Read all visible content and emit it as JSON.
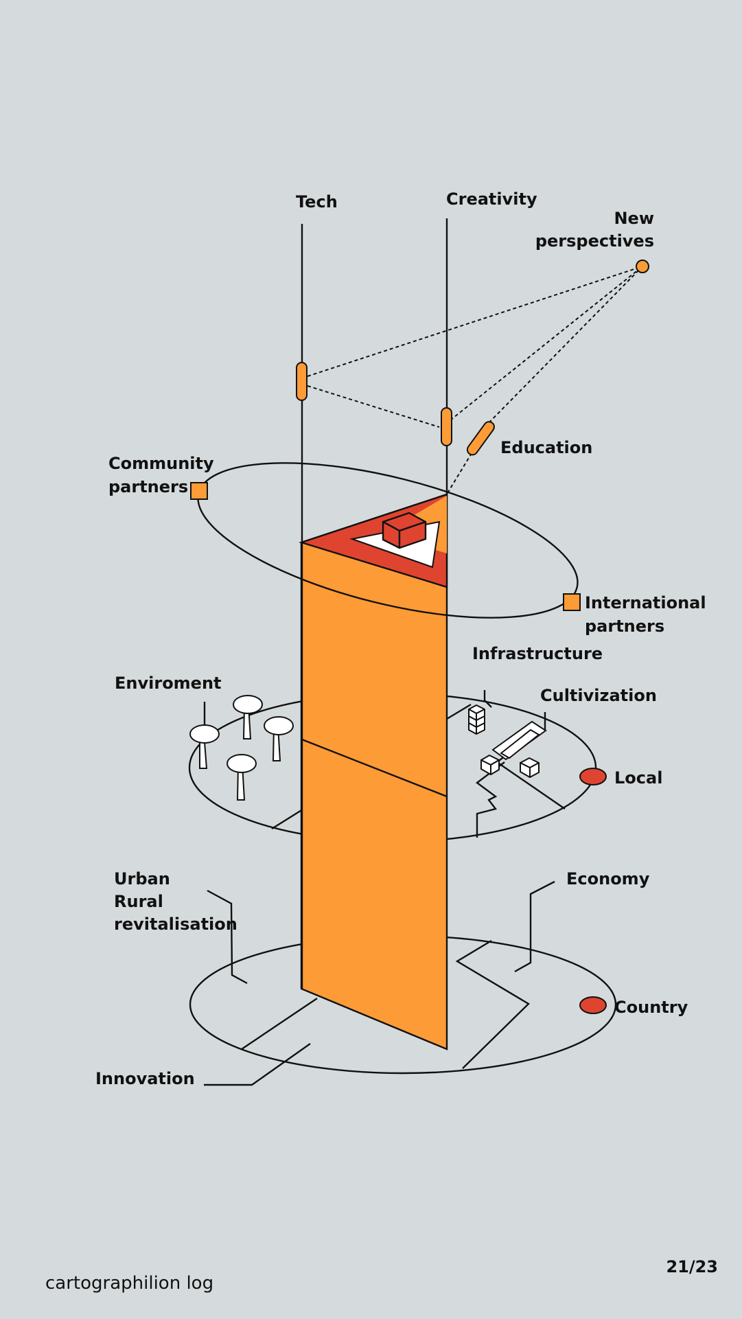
{
  "colors": {
    "background": "#d5dbdc",
    "orange": "#fd9b37",
    "red": "#df4430",
    "ink": "#111111",
    "white": "#ffffff"
  },
  "axes": {
    "tech": "Tech",
    "creativity": "Creativity",
    "new_perspectives": [
      "New",
      "perspectives"
    ]
  },
  "top_ring": {
    "education": "Education",
    "community_partners": [
      "Community",
      "partners"
    ],
    "international_partners": [
      "International",
      "partners"
    ]
  },
  "middle_ring": {
    "environment": "Enviroment",
    "infrastructure": "Infrastructure",
    "cultivization": "Cultivization",
    "local": "Local"
  },
  "bottom_ring": {
    "urban_rural": [
      "Urban",
      "Rural",
      "revitalisation"
    ],
    "economy": "Economy",
    "country": "Country",
    "innovation": "Innovation"
  },
  "footer": {
    "title": "cartographilion log",
    "page": "21/23"
  }
}
